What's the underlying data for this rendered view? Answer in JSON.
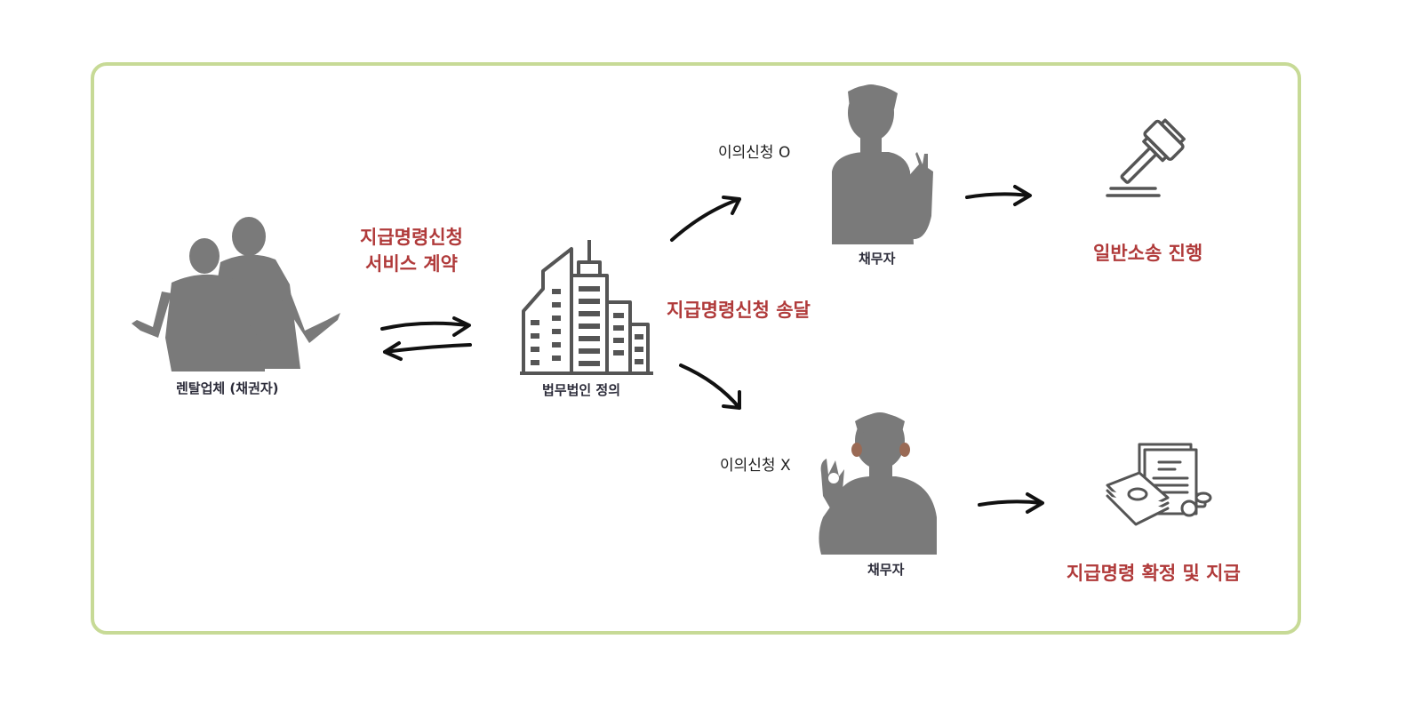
{
  "nodes": {
    "creditor": {
      "label": "렌탈업체 (채권자)"
    },
    "law_firm": {
      "label": "법무법인 정의"
    },
    "debtor_top": {
      "label": "채무자"
    },
    "debtor_bottom": {
      "label": "채무자"
    }
  },
  "labels": {
    "contract_line1": "지급명령신청",
    "contract_line2": "서비스 계약",
    "delivery": "지급명령신청 송달",
    "objection_yes": "이의신청 O",
    "objection_no": "이의신청 X",
    "lawsuit": "일반소송 진행",
    "confirmed": "지급명령 확정 및 지급"
  },
  "colors": {
    "frame": "#c7da96",
    "emphasis": "#b03a3a",
    "silhouette": "#7a7a7a",
    "caption": "#2c2c3a"
  },
  "icons": [
    "two-people-shrugging-icon",
    "office-building-icon",
    "person-raising-hand-icon",
    "gavel-icon",
    "person-ok-gesture-icon",
    "money-document-stamp-icon"
  ]
}
